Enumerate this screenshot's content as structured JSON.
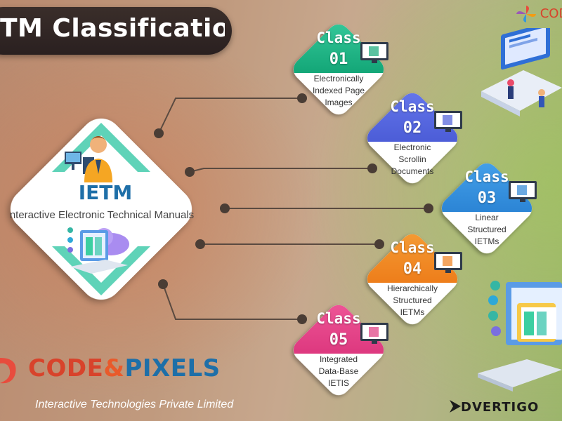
{
  "title": "TM Classifications",
  "center": {
    "label": "IETM",
    "subtitle": "nteractive Electronic Technical Manuals"
  },
  "classes": [
    {
      "word": "Class",
      "num": "01",
      "desc": [
        "Electronically",
        "Indexed Page",
        "Images"
      ],
      "color_top": "#3ccfa1",
      "color_bottom": "#15a879"
    },
    {
      "word": "Class",
      "num": "02",
      "desc": [
        "Electronic",
        "Scrollin",
        "Documents"
      ],
      "color_top": "#6a7cf0",
      "color_bottom": "#4d5ed8"
    },
    {
      "word": "Class",
      "num": "03",
      "desc": [
        "Linear",
        "Structured",
        "IETMs"
      ],
      "color_top": "#4aa7ee",
      "color_bottom": "#2d86d6"
    },
    {
      "word": "Class",
      "num": "04",
      "desc": [
        "Hierarchically",
        "Structured",
        "IETMs"
      ],
      "color_top": "#f6a23a",
      "color_bottom": "#ee7f1c"
    },
    {
      "word": "Class",
      "num": "05",
      "desc": [
        "Integrated",
        "Data-Base",
        "IETIS"
      ],
      "color_top": "#f25c9c",
      "color_bottom": "#de3a80"
    }
  ],
  "brand": {
    "code": "CODE",
    "amp": "&",
    "pixels": "PIXELS",
    "tagline": "Interactive Technologies Private Limited"
  },
  "top_logo": "CODE",
  "watermark": "DVERTIGO",
  "icons": {
    "person": "person-at-computer-icon",
    "cloud": "cloud-laptop-icon",
    "monitor": "monitor-document-icon"
  }
}
